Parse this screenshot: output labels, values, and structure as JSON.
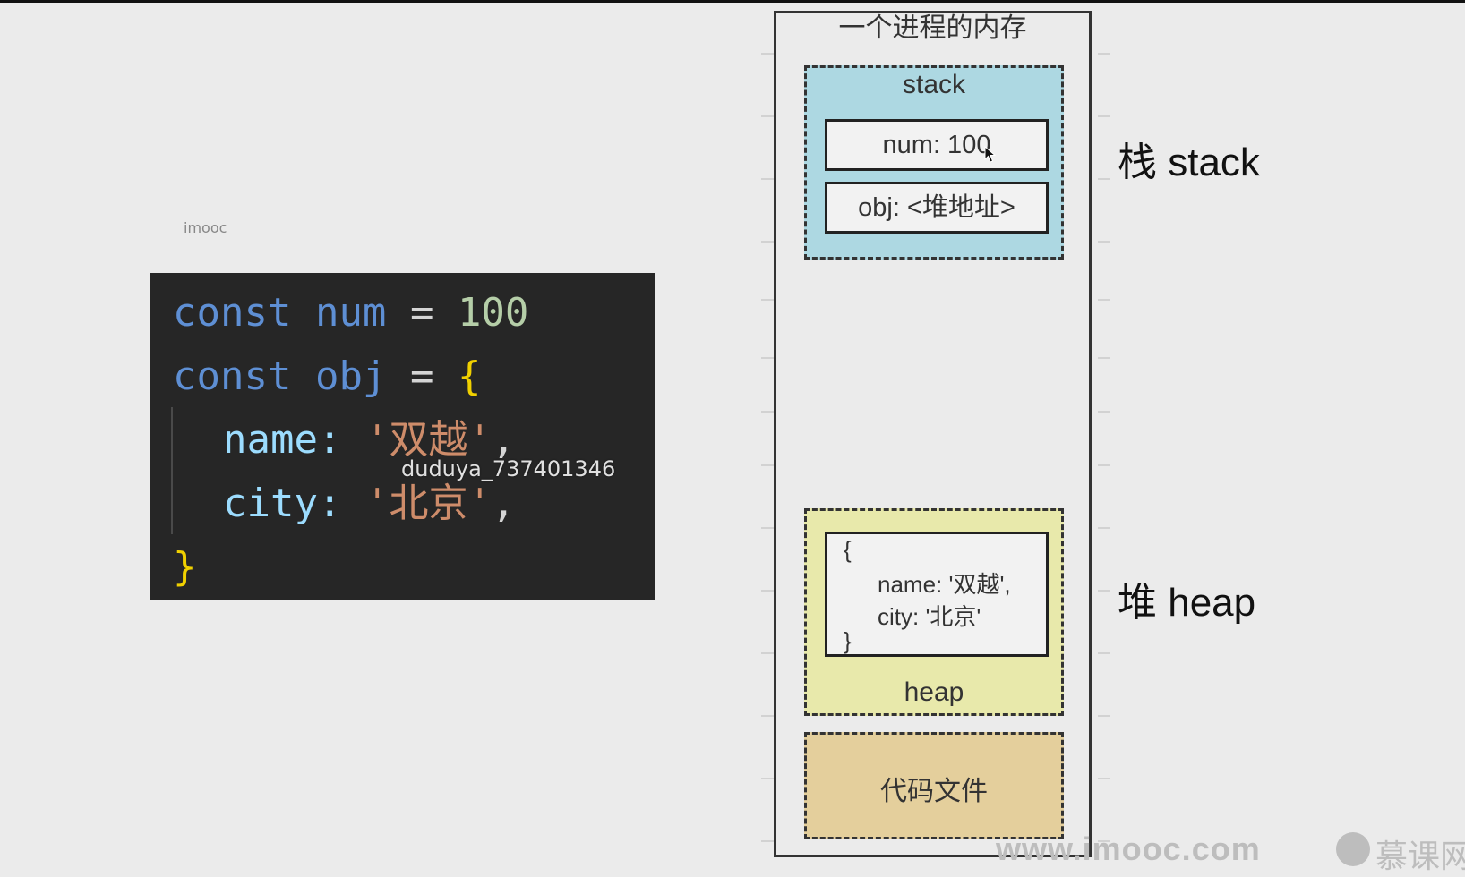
{
  "imooc_label": "imooc",
  "code": {
    "line1": {
      "kw": "const",
      "var": "num",
      "op": "=",
      "value": "100"
    },
    "line2": {
      "kw": "const",
      "var": "obj",
      "op": "=",
      "brace": "{"
    },
    "line3": {
      "prop": "name:",
      "str": "'双越'",
      "punc": ","
    },
    "line4": {
      "prop": "city:",
      "str": "'北京'",
      "punc": ","
    },
    "line5": {
      "brace": "}"
    }
  },
  "user_watermark": "duduya_737401346",
  "memory": {
    "title": "一个进程的内存",
    "stack": {
      "label": "stack",
      "cells": [
        "num: 100",
        "obj: <堆地址>"
      ]
    },
    "heap": {
      "label": "heap",
      "object_lines": [
        "{",
        "name: '双越',",
        "city: '北京'",
        "}"
      ]
    },
    "code_file": {
      "label": "代码文件"
    }
  },
  "side_labels": {
    "stack": "栈 stack",
    "heap": "堆 heap"
  },
  "footer": {
    "site": "www.imooc.com",
    "brand": "慕课网"
  },
  "colors": {
    "background": "#ebebeb",
    "stack_fill": "#add8e2",
    "heap_fill": "#e8e9ab",
    "code_fill": "#e4cf9c",
    "code_bg": "#262626"
  }
}
